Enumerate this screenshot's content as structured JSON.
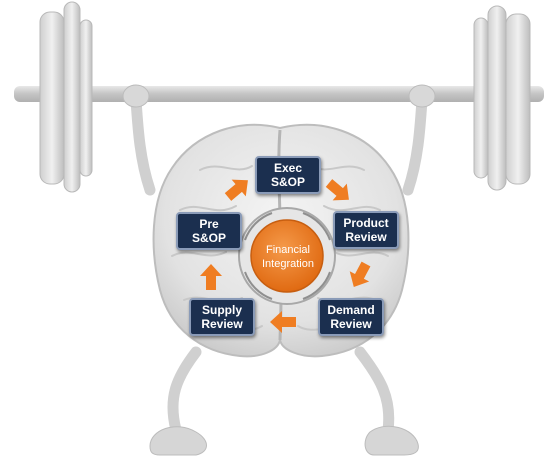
{
  "process": {
    "center": "Financial\nIntegration",
    "steps": {
      "exec": "Exec\nS&OP",
      "product": "Product\nReview",
      "demand": "Demand\nReview",
      "supply": "Supply\nReview",
      "pre": "Pre\nS&OP"
    }
  },
  "colors": {
    "box_fill": "#1b2f4f",
    "arrow": "#ef7d22",
    "center": "#ee7b20"
  },
  "icons": [
    "barbell",
    "brain-character"
  ]
}
